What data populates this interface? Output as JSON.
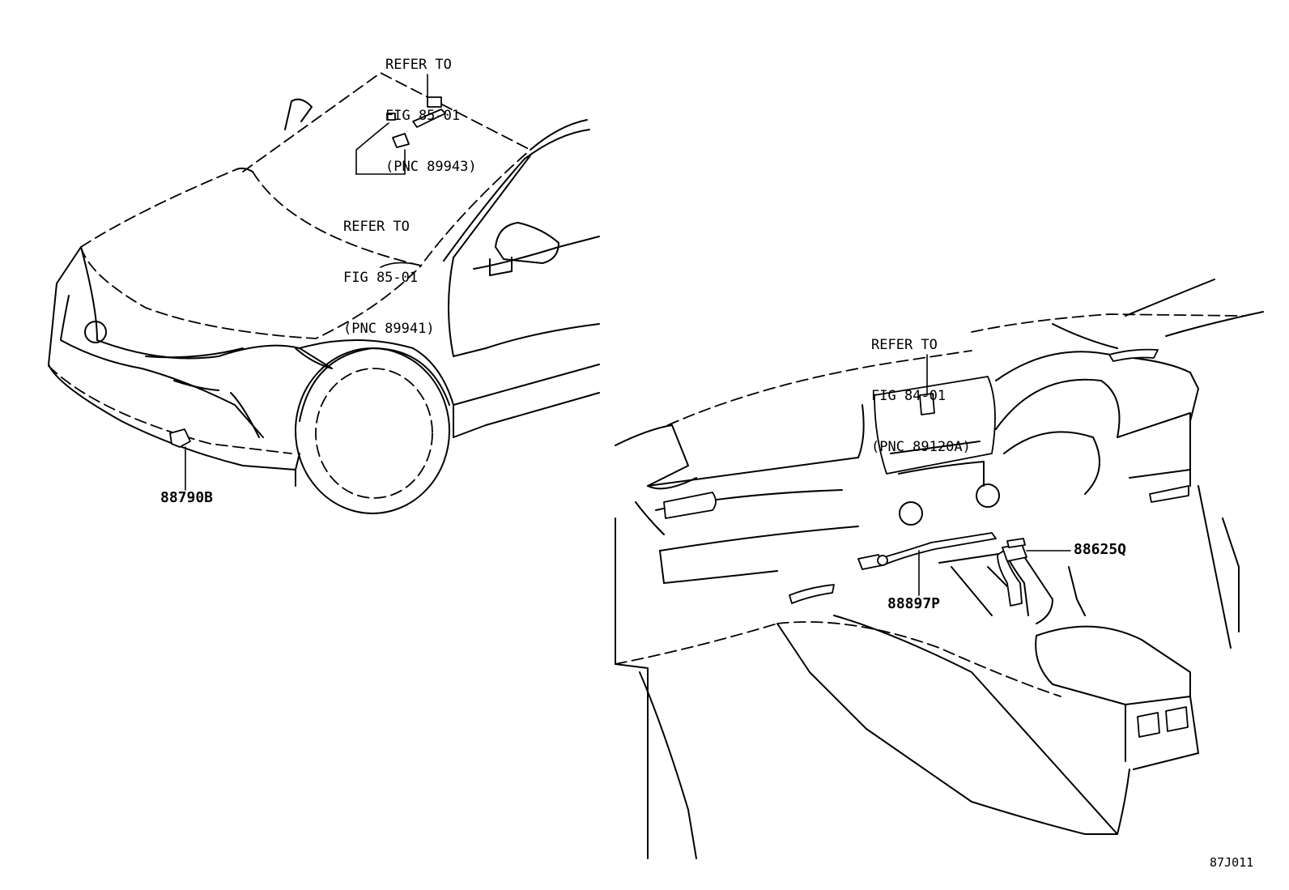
{
  "refs": [
    {
      "line1": "REFER TO",
      "line2": "FIG 85-01",
      "line3": "(PNC 89943)"
    },
    {
      "line1": "REFER TO",
      "line2": "FIG 85-01",
      "line3": "(PNC 89941)"
    },
    {
      "line1": "REFER TO",
      "line2": "FIG 84-01",
      "line3": "(PNC 89120A)"
    }
  ],
  "parts": {
    "front_sensor": "88790B",
    "console_sensor": "88625Q",
    "cable": "88897P"
  },
  "illustration_code": "87J011"
}
